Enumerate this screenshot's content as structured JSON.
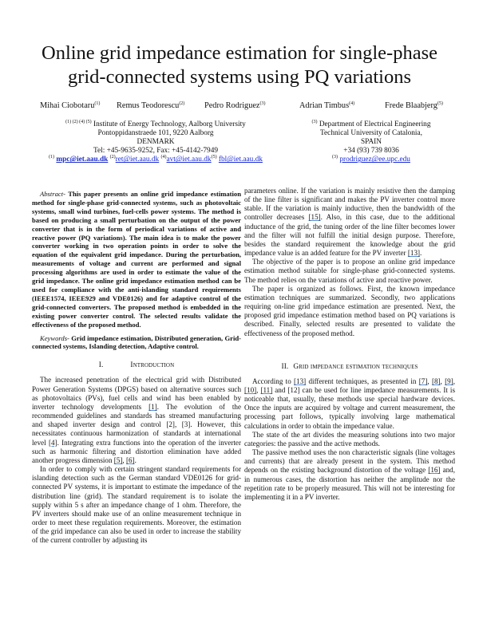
{
  "paper": {
    "title_line1": "Online grid impedance estimation for single-phase",
    "title_line2": "grid-connected systems using PQ variations",
    "authors": [
      {
        "name": "Mihai Ciobotaru",
        "sup": "(1)"
      },
      {
        "name": "Remus Teodorescu",
        "sup": "(2)"
      },
      {
        "name": "Pedro Rodriguez",
        "sup": "(3)"
      },
      {
        "name": "Adrian Timbus",
        "sup": "(4)"
      },
      {
        "name": "Frede Blaabjerg",
        "sup": "(5)"
      }
    ],
    "affiliation_left": {
      "sup": "(1) (2) (4) (5)",
      "line1": "Institute of Energy Technology, Aalborg University",
      "line2": "Pontoppidanstraede 101, 9220 Aalborg",
      "line3": "DENMARK",
      "line4": "Tel: +45-9635-9252, Fax: +45-4142-7949",
      "emails": [
        {
          "sup": "(1)",
          "email": "mpc@iet.aau.dk"
        },
        {
          "sup": "(2)",
          "email": "ret@iet.aau.dk"
        },
        {
          "sup": "(4)",
          "email": "avt@iet.aau.dk"
        },
        {
          "sup": "(5)",
          "email": "fbl@iet.aau.dk"
        }
      ]
    },
    "affiliation_right": {
      "sup": "(3)",
      "line1": "Department of Electrical Engineering",
      "line2": "Technical University of Catalonia,",
      "line3": "SPAIN",
      "line4": "+34 (93) 739 8036",
      "email_sup": "(3)",
      "email": "prodriguez@ee.upc.edu"
    },
    "abstract": {
      "lead": "Abstract-",
      "text": " This paper presents an online grid impedance estimation method for single-phase grid-connected systems, such as photovoltaic systems, small wind turbines, fuel-cells power systems. The method is based on producing a small perturbation on the output of the power converter that is in the form of periodical variations of active and reactive power (PQ variations). The main idea is to make the power converter working in two operation points in order to solve the equation of the equivalent grid impedance. During the perturbation, measurements of voltage and current are performed and signal processing algorithms are used in order to estimate the value of the grid impedance. The online grid impedance estimation method can be used for compliance with the anti-islanding standard requirements (IEEE1574, IEEE929 and VDE0126) and for adaptive control of the grid-connected converters. The proposed method is embedded in the existing power converter control. The selected results validate the effectiveness of the proposed method."
    },
    "keywords": {
      "lead": "Keywords-",
      "text": " Grid impedance estimation, Distributed generation, Grid-connected systems, Islanding detection, Adaptive control."
    },
    "section1": {
      "number": "I.",
      "title": "Introduction",
      "p1_a": "The increased penetration of the electrical grid with Distributed Power Generation Systems (DPGS) based on alternative sources such as photovoltaics (PVs), fuel cells and wind has been enabled by inverter technology developments ",
      "p1_ref1": "[1]",
      "p1_b": ". The evolution of the recommended guidelines and standards has streamed manufacturing and shaped inverter design and control [2], [3]. However, this necessitates continuous harmonization of standards at international level ",
      "p1_ref4": "[4]",
      "p1_c": ". Integrating extra functions into the operation of the inverter such as harmonic filtering and distortion elimination have added another progress dimension ",
      "p1_ref5": "[5]",
      "p1_sep": ", ",
      "p1_ref6": "[6]",
      "p1_end": ".",
      "p2": "In order to comply with certain stringent standard requirements for islanding detection such as the German standard VDE0126 for grid-connected PV systems, it is important to estimate the impedance of the distribution line (grid). The standard requirement is to isolate the supply within 5 s after an impedance change of 1 ohm. Therefore, the PV inverters should make use of an online measurement technique in order to meet these regulation requirements. Moreover, the estimation of the grid impedance can also be used in order to increase the stability of the current controller by adjusting its",
      "p3_a": "parameters online. If the variation is mainly resistive then the damping of the line filter is significant and makes the PV inverter control more stable. If the variation is mainly inductive, then the bandwidth of the controller decreases ",
      "p3_ref15": "[15]",
      "p3_b": ". Also, in this case, due to the additional inductance of the grid, the tuning order of the line filter becomes lower and the filter will not fulfill the initial design purpose. Therefore, besides the standard requirement the knowledge about the grid impedance value is an added feature for the PV inverter ",
      "p3_ref13": "[13]",
      "p3_end": ".",
      "p4": "The objective of the paper is to propose an online grid impedance estimation method suitable for single-phase grid-connected systems. The method relies on the variations of active and reactive power.",
      "p5": "The paper is organized as follows. First, the known impedance estimation techniques are summarized. Secondly, two applications requiring on-line grid impedance estimation are presented. Next, the proposed grid impedance estimation method based on PQ variations is described. Finally, selected results are presented to validate the effectiveness of the proposed method."
    },
    "section2": {
      "number": "II.",
      "title": "Grid impedance estimation techniques",
      "p1_a": "According to ",
      "p1_ref13": "[13]",
      "p1_b": " different techniques, as presented in ",
      "p1_ref7": "[7]",
      "p1_c": ", ",
      "p1_ref8": "[8]",
      "p1_d": ", ",
      "p1_ref9": "[9]",
      "p1_e": ", ",
      "p1_ref10": "[10]",
      "p1_f": ", ",
      "p1_ref11": "[11]",
      "p1_g": " and [12] can be used for line impedance measurements. It is noticeable that, usually, these methods use special hardware devices. Once the inputs are acquired by voltage and current measurement, the processing part follows, typically involving large mathematical calculations in order to obtain the impedance value.",
      "p2": "The state of the art divides the measuring solutions into two major categories: the passive and the active methods.",
      "p3_a": "The passive method uses the non characteristic signals (line voltages and currents) that are already present in the system. This method depends on the existing background distortion of the voltage ",
      "p3_ref16": "[16]",
      "p3_b": " and, in numerous cases, the distortion has neither the amplitude nor the repetition rate to be properly measured. This will not be interesting for implementing it in a PV inverter."
    }
  }
}
